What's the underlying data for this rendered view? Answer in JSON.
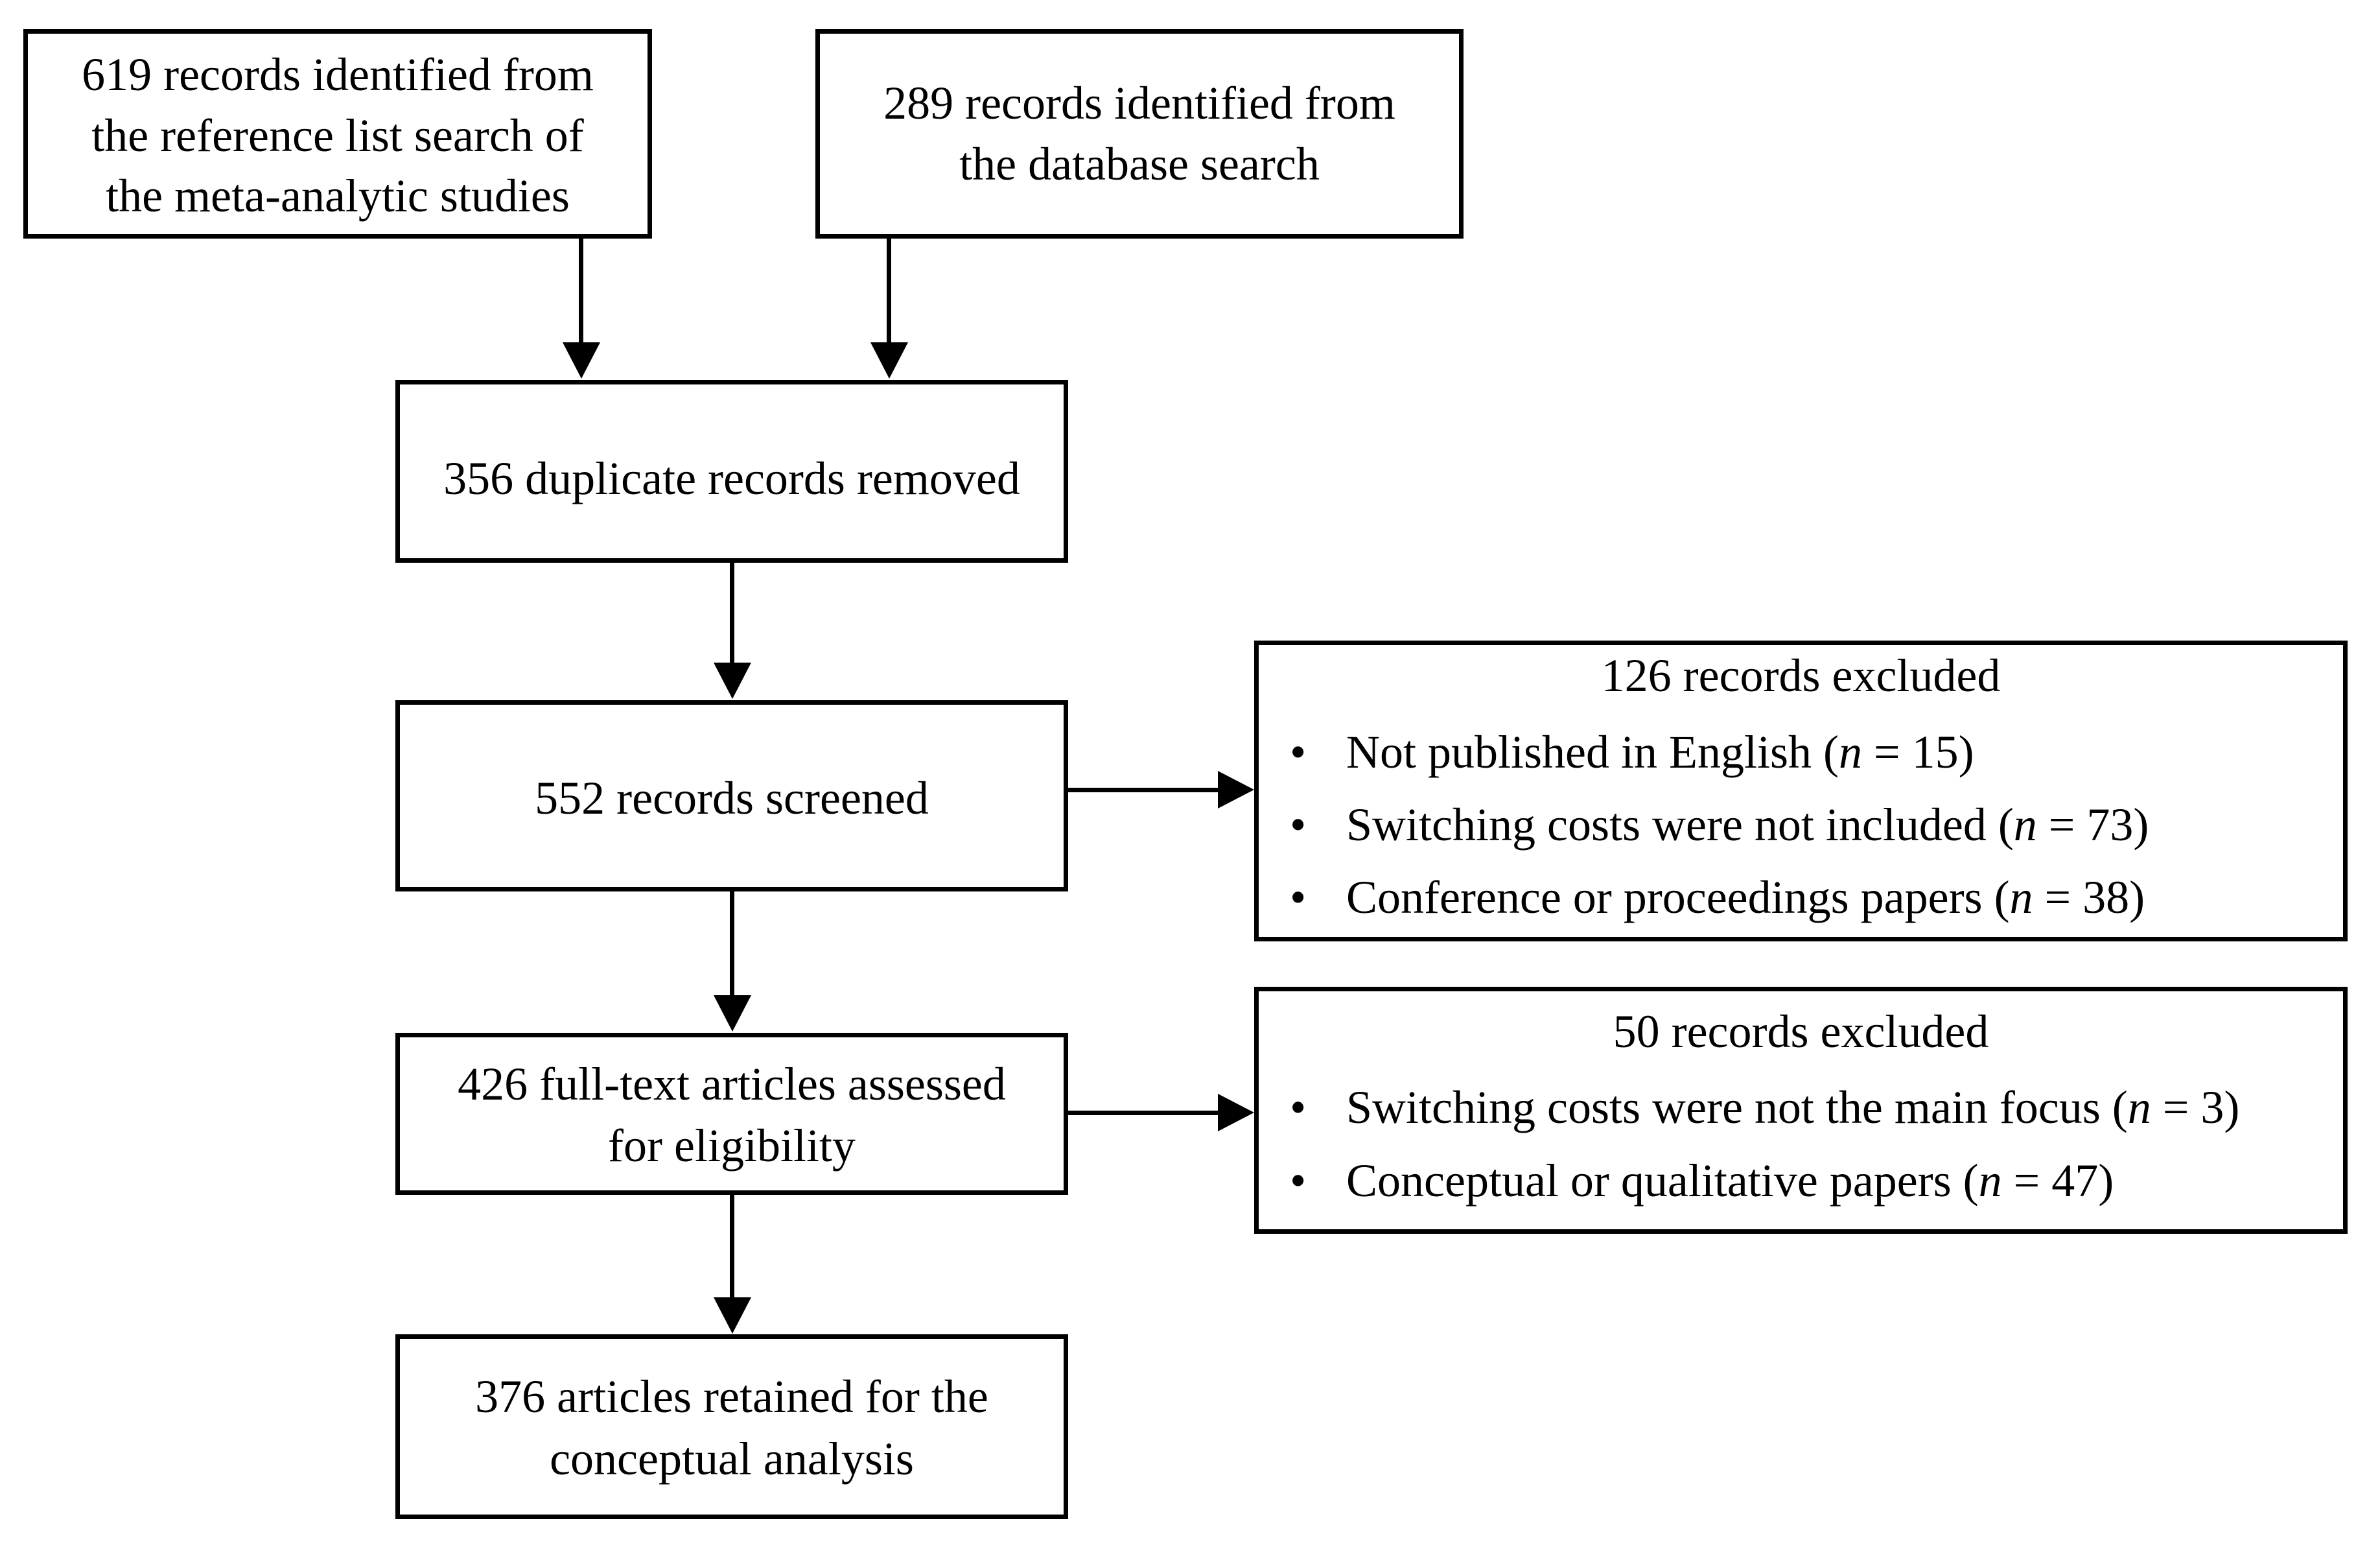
{
  "diagram": {
    "title": "PRISMA study selection flow diagram",
    "accent_color": "#000000",
    "background_color": "#ffffff"
  },
  "nodes": {
    "reference_search": {
      "line1": "619 records identified from",
      "line2": "the reference list search of",
      "line3": "the meta-analytic studies"
    },
    "database_search": {
      "line1": "289 records identified from",
      "line2": "the database search"
    },
    "duplicates": {
      "line1": "356 duplicate records removed"
    },
    "screened": {
      "line1": "552 records screened"
    },
    "fulltext": {
      "line1": "426 full-text articles assessed",
      "line2": "for eligibility"
    },
    "retained": {
      "line1": "376 articles retained for the",
      "line2": "conceptual analysis"
    }
  },
  "exclusions": {
    "screening": {
      "title": "126 records excluded",
      "bullet_glyph": "•",
      "items": [
        {
          "text": "Not published in English (",
          "stat_var": "n",
          "stat_eq": " = ",
          "stat_value": "15",
          "close": ")"
        },
        {
          "text": "Switching costs were not included (",
          "stat_var": "n",
          "stat_eq": " = ",
          "stat_value": "73",
          "close": ")"
        },
        {
          "text": "Conference or proceedings papers (",
          "stat_var": "n",
          "stat_eq": " = ",
          "stat_value": "38",
          "close": ")"
        }
      ]
    },
    "eligibility": {
      "title": "50 records excluded",
      "bullet_glyph": "•",
      "items": [
        {
          "text": "Switching costs were not the main focus (",
          "stat_var": "n",
          "stat_eq": " = ",
          "stat_value": "3",
          "close": ")"
        },
        {
          "text": "Conceptual or qualitative papers (",
          "stat_var": "n",
          "stat_eq": " = ",
          "stat_value": "47",
          "close": ")"
        }
      ]
    }
  },
  "connectors": [
    {
      "name": "reference-search-to-duplicates",
      "type": "vertical-arrow"
    },
    {
      "name": "database-search-to-duplicates",
      "type": "vertical-arrow"
    },
    {
      "name": "duplicates-to-screened",
      "type": "vertical-arrow"
    },
    {
      "name": "screened-to-fulltext",
      "type": "vertical-arrow"
    },
    {
      "name": "fulltext-to-retained",
      "type": "vertical-arrow"
    },
    {
      "name": "screened-to-excluded-screening",
      "type": "horizontal-arrow"
    },
    {
      "name": "fulltext-to-excluded-eligibility",
      "type": "horizontal-arrow"
    }
  ]
}
